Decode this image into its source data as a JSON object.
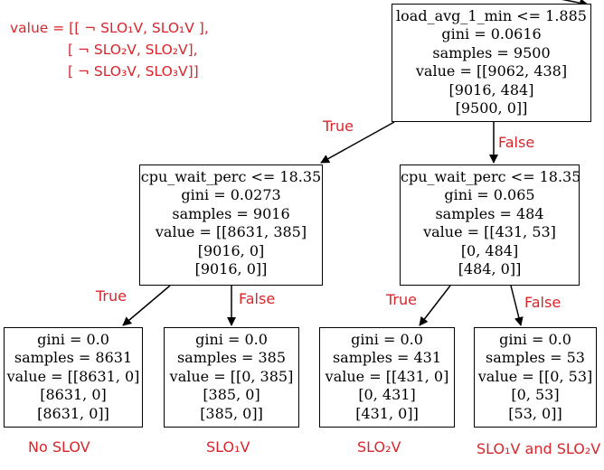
{
  "legend": {
    "line1": "value = [[ ¬ SLO₁V, SLO₁V ],",
    "line2": "[ ¬ SLO₂V, SLO₂V],",
    "line3": "[ ¬ SLO₃V, SLO₃V]]"
  },
  "nodes": {
    "root": [
      "load_avg_1_min <= 1.885",
      "gini = 0.0616",
      "samples = 9500",
      "value = [[9062, 438]",
      "[9016, 484]",
      "[9500, 0]]"
    ],
    "left": [
      "cpu_wait_perc <= 18.35",
      "gini = 0.0273",
      "samples = 9016",
      "value = [[8631, 385]",
      "[9016, 0]",
      "[9016, 0]]"
    ],
    "right": [
      "cpu_wait_perc <= 18.35",
      "gini = 0.065",
      "samples = 484",
      "value = [[431, 53]",
      "[0, 484]",
      "[484, 0]]"
    ],
    "ll": [
      "gini = 0.0",
      "samples = 8631",
      "value = [[8631, 0]",
      "[8631, 0]",
      "[8631, 0]]"
    ],
    "lr": [
      "gini = 0.0",
      "samples = 385",
      "value = [[0, 385]",
      "[385, 0]",
      "[385, 0]]"
    ],
    "rl": [
      "gini = 0.0",
      "samples = 431",
      "value = [[431, 0]",
      "[0, 431]",
      "[431, 0]]"
    ],
    "rr": [
      "gini = 0.0",
      "samples = 53",
      "value = [[0, 53]",
      "[0, 53]",
      "[53, 0]]"
    ]
  },
  "edges": {
    "root_left": "True",
    "root_right": "False",
    "left_ll": "True",
    "left_lr": "False",
    "right_rl": "True",
    "right_rr": "False"
  },
  "leaf_labels": {
    "ll": "No SLOV",
    "lr": "SLO₁V",
    "rl": "SLO₂V",
    "rr": "SLO₁V and SLO₂V"
  },
  "colors": {
    "annotation": "#d9262b",
    "node_border": "#000000",
    "background": "#ffffff"
  }
}
